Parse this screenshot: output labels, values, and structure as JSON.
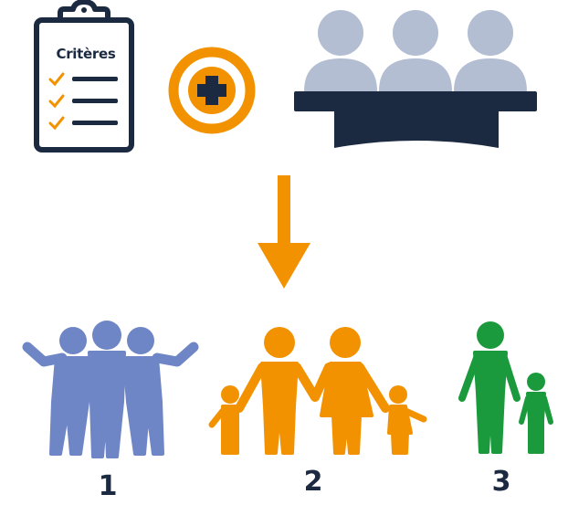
{
  "criteria_label": "Critères",
  "groups": [
    {
      "number": "1",
      "color": "#6f86c6"
    },
    {
      "number": "2",
      "color": "#f39200"
    },
    {
      "number": "3",
      "color": "#1a9a3c"
    }
  ],
  "colors": {
    "navy": "#1b2a41",
    "orange": "#f39200",
    "panel_people": "#b3bed3",
    "check": "#f39200"
  },
  "icons": [
    "clipboard-icon",
    "plus-circle-icon",
    "jury-panel-icon",
    "arrow-down-icon",
    "friends-group-icon",
    "family-icon",
    "parent-child-icon"
  ]
}
